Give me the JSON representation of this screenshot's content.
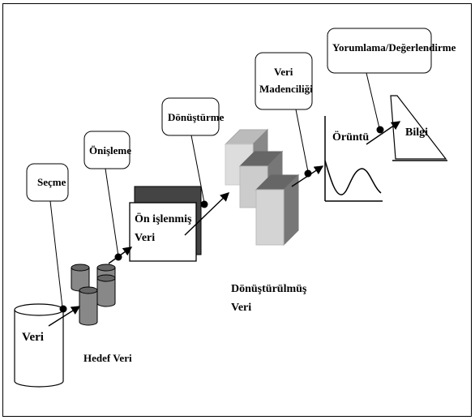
{
  "diagram": {
    "steps": {
      "secme": "Seçme",
      "onisleme": "Önişleme",
      "donusturme": "Dönüştürme",
      "veri_madenciligi_1": "Veri",
      "veri_madenciligi_2": "Madenciliği",
      "yorumlama": "Yorumlama/Değerlendirme"
    },
    "artifacts": {
      "veri": "Veri",
      "hedef_veri": "Hedef Veri",
      "on_islenmis_1": "Ön işlenmiş",
      "on_islenmis_2": "Veri",
      "donusturulmus_1": "Dönüştürülmüş",
      "donusturulmus_2": "Veri",
      "oruntu": "Örüntü",
      "bilgi": "Bilgi"
    }
  }
}
